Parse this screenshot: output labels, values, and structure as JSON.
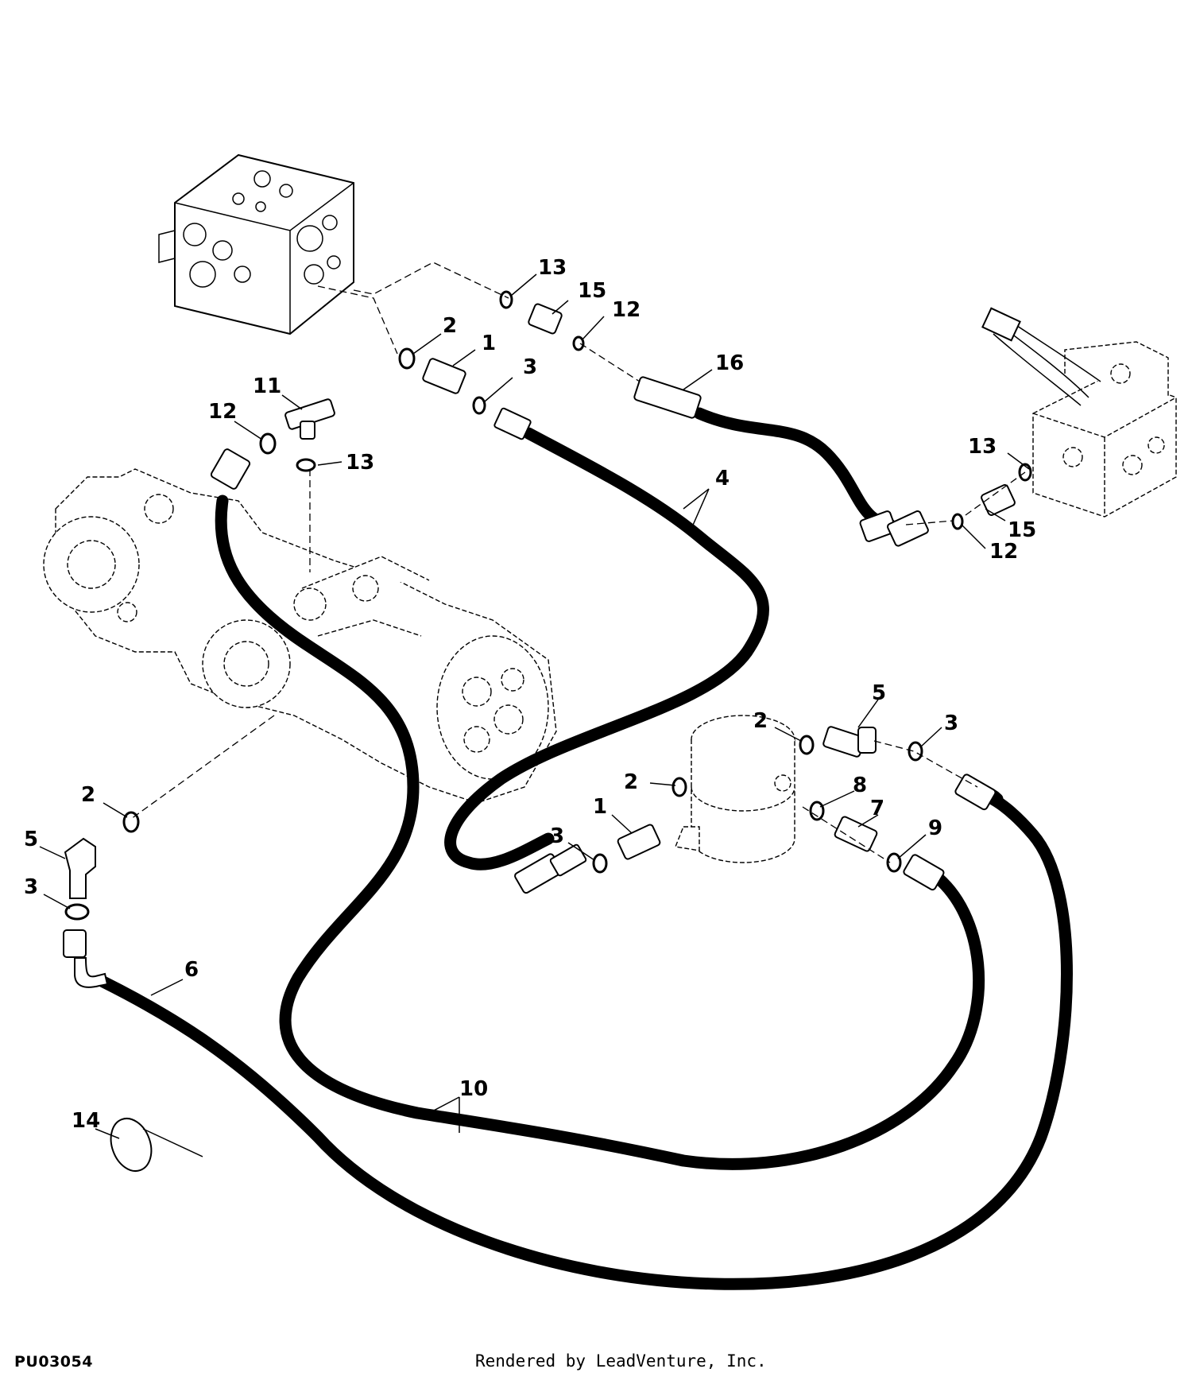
{
  "diagram": {
    "figure_code": "PU03054",
    "credit": "Rendered by LeadVenture, Inc.",
    "callouts": [
      {
        "id": "c13a",
        "text": "13"
      },
      {
        "id": "c15a",
        "text": "15"
      },
      {
        "id": "c12a",
        "text": "12"
      },
      {
        "id": "c2a",
        "text": "2"
      },
      {
        "id": "c1a",
        "text": "1"
      },
      {
        "id": "c3a",
        "text": "3"
      },
      {
        "id": "c16",
        "text": "16"
      },
      {
        "id": "c11",
        "text": "11"
      },
      {
        "id": "c12b",
        "text": "12"
      },
      {
        "id": "c13b",
        "text": "13"
      },
      {
        "id": "c4",
        "text": "4"
      },
      {
        "id": "c13c",
        "text": "13"
      },
      {
        "id": "c15b",
        "text": "15"
      },
      {
        "id": "c12c",
        "text": "12"
      },
      {
        "id": "c5a",
        "text": "5"
      },
      {
        "id": "c2b",
        "text": "2"
      },
      {
        "id": "c3b",
        "text": "3"
      },
      {
        "id": "c2c",
        "text": "2"
      },
      {
        "id": "c8",
        "text": "8"
      },
      {
        "id": "c1b",
        "text": "1"
      },
      {
        "id": "c7",
        "text": "7"
      },
      {
        "id": "c3c",
        "text": "3"
      },
      {
        "id": "c9",
        "text": "9"
      },
      {
        "id": "c2d",
        "text": "2"
      },
      {
        "id": "c5b",
        "text": "5"
      },
      {
        "id": "c3d",
        "text": "3"
      },
      {
        "id": "c6",
        "text": "6"
      },
      {
        "id": "c10",
        "text": "10"
      },
      {
        "id": "c14",
        "text": "14"
      }
    ]
  }
}
